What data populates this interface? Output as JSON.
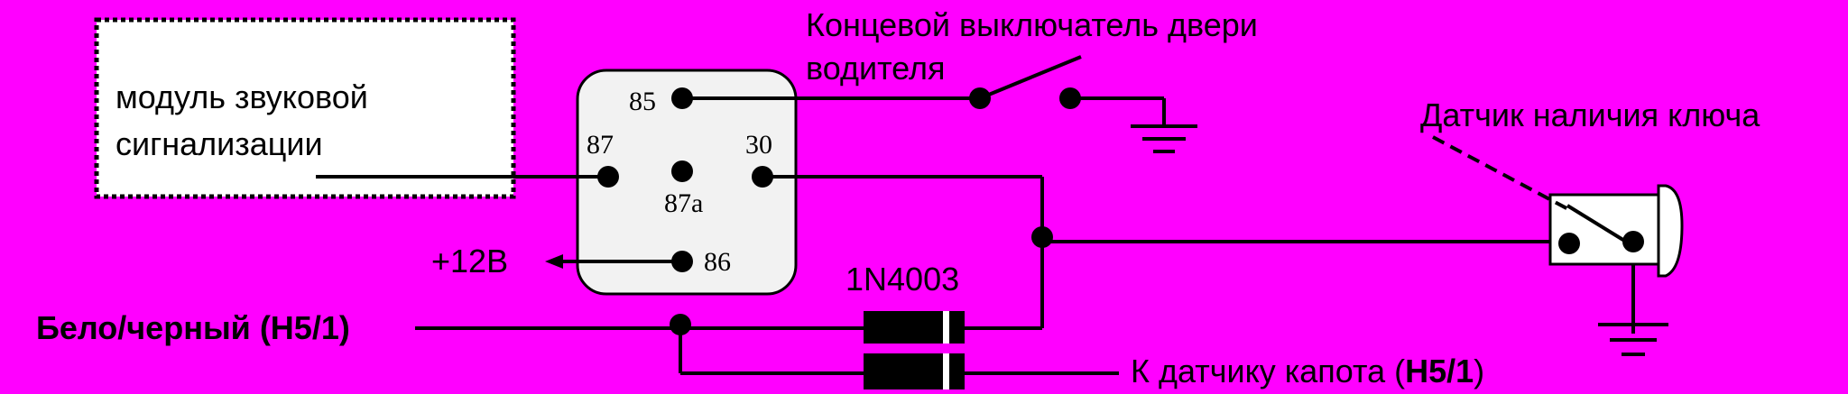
{
  "module_label_line1": "модуль звуковой",
  "module_label_line2": "сигнализации",
  "relay": {
    "pin_85": "85",
    "pin_87": "87",
    "pin_30": "30",
    "pin_87a": "87a",
    "pin_86": "86"
  },
  "supply_label": "+12В",
  "door_switch_line1": "Концевой выключатель двери",
  "door_switch_line2": "водителя",
  "key_sensor_label": "Датчик наличия ключа",
  "diode_label": "1N4003",
  "white_black_label": "Бело/черный (Н5/1)",
  "hood_sensor_text": "К датчику капота (",
  "hood_sensor_code": "Н5/1",
  "hood_sensor_close": ")",
  "colors": {
    "background": "#FF00FF",
    "relay_body": "#F2F2F2",
    "module_body": "#FFFFFF",
    "lines": "#000000"
  }
}
